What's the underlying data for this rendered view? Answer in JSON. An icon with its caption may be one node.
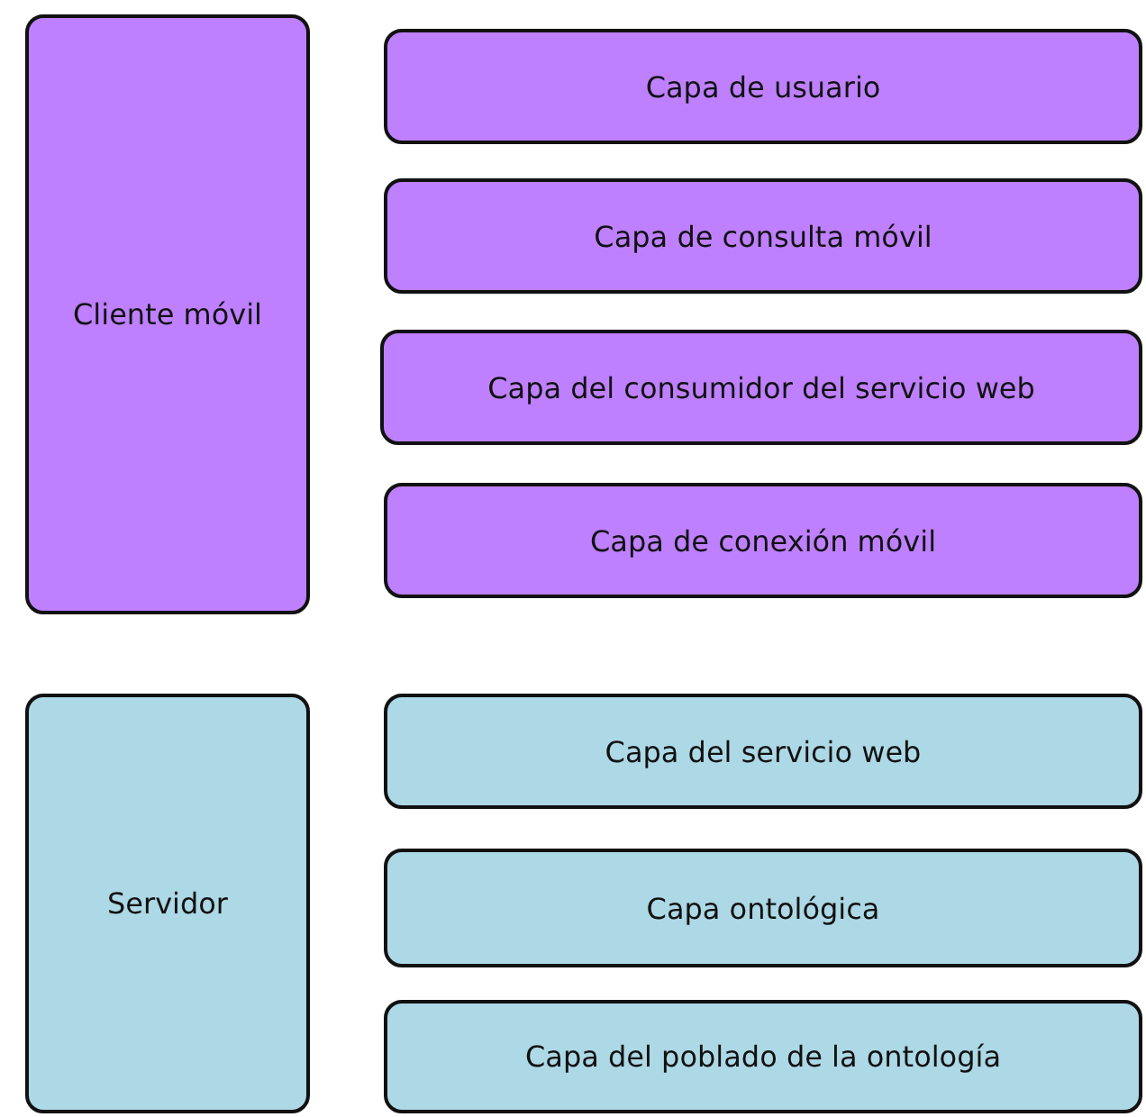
{
  "diagram": {
    "nodes": [
      {
        "text": [
          "Cliente móvil"
        ]
      },
      {
        "text": [
          "Capa de usuario"
        ]
      },
      {
        "text": [
          "Capa de consulta móvil"
        ]
      },
      {
        "text": [
          "Capa del consumidor del servicio web"
        ]
      },
      {
        "text": [
          "Capa de conexión móvil"
        ]
      },
      {
        "text": [
          "Servidor"
        ]
      },
      {
        "text": [
          "Capa del servicio web"
        ]
      },
      {
        "text": [
          "Capa ontológica"
        ]
      },
      {
        "text": [
          "Capa del poblado de la ontología"
        ]
      }
    ],
    "edges": []
  }
}
